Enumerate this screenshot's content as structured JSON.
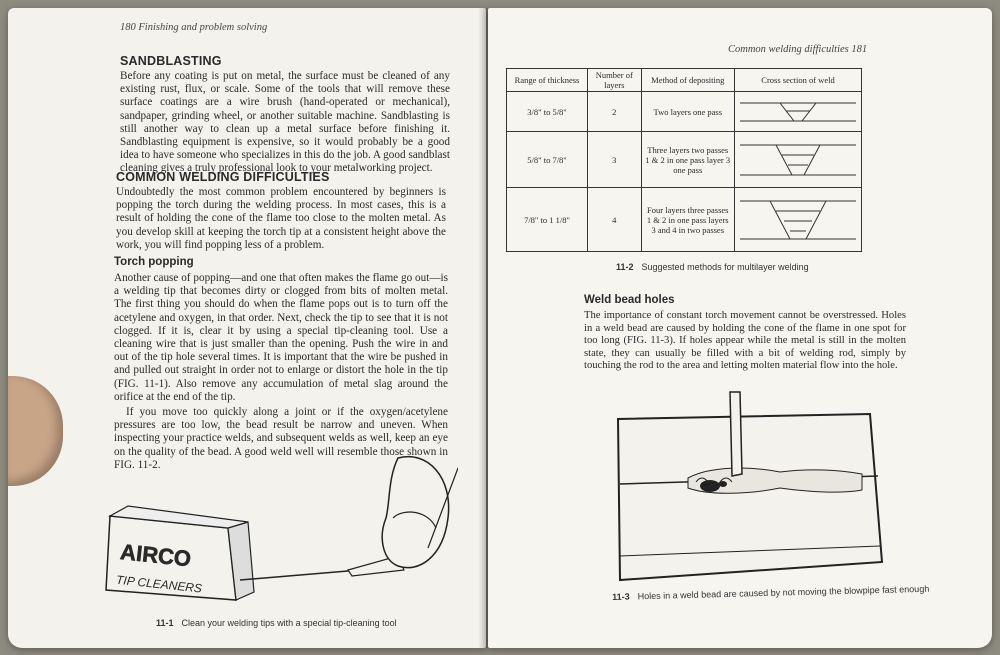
{
  "left_page": {
    "header": "180   Finishing and problem solving",
    "sections": [
      {
        "heading": "SANDBLASTING",
        "paragraphs": [
          "Before any coating is put on metal, the surface must be cleaned of any existing rust, flux, or scale. Some of the tools that will remove these surface coatings are a wire brush (hand-operated or mechanical), sandpaper, grinding wheel, or another suitable machine. Sandblasting is still another way to clean up a metal surface before finishing it. Sandblasting equipment is expensive, so it would probably be a good idea to have someone who specializes in this do the job. A good sandblast cleaning gives a truly professional look to your metalworking project."
        ]
      },
      {
        "heading": "COMMON WELDING DIFFICULTIES",
        "paragraphs": [
          "Undoubtedly the most common problem encountered by beginners is popping the torch during the welding process. In most cases, this is a result of holding the cone of the flame too close to the molten metal. As you develop skill at keeping the torch tip at a consistent height above the work, you will find popping less of a problem."
        ]
      },
      {
        "heading": "Torch popping",
        "paragraphs": [
          "Another cause of popping—and one that often makes the flame go out—is a welding tip that becomes dirty or clogged from bits of molten metal. The first thing you should do when the flame pops out is to turn off the acetylene and oxygen, in that order. Next, check the tip to see that it is not clogged. If it is, clear it by using a special tip-cleaning tool. Use a cleaning wire that is just smaller than the opening. Push the wire in and out of the tip hole several times. It is important that the wire be pushed in and pulled out straight in order not to enlarge or distort the hole in the tip (FIG. 11-1). Also remove any accumulation of metal slag around the orifice at the end of the tip.",
          "If you move too quickly along a joint or if the oxygen/acetylene pressures are too low, the bead result be narrow and uneven. When inspecting your practice welds, and subsequent welds as well, keep an eye on the quality of the bead. A good weld well will resemble those shown in FIG. 11-2."
        ]
      }
    ],
    "figure": {
      "number": "11-1",
      "caption": "Clean your welding tips with a special tip-cleaning tool",
      "box_brand": "AIRCO",
      "box_label": "TIP CLEANERS"
    }
  },
  "right_page": {
    "header": "Common welding difficulties   181",
    "table": {
      "headers": [
        "Range of thickness",
        "Number of layers",
        "Method of depositing",
        "Cross section of weld"
      ],
      "rows": [
        {
          "range": "3/8\" to 5/8\"",
          "layers": "2",
          "method": "Two layers one pass"
        },
        {
          "range": "5/8\" to 7/8\"",
          "layers": "3",
          "method": "Three layers two passes 1 & 2 in one pass layer 3 one pass"
        },
        {
          "range": "7/8\" to 1 1/8\"",
          "layers": "4",
          "method": "Four layers three passes 1 & 2 in one pass layers 3 and 4 in two passes"
        }
      ]
    },
    "table_caption_num": "11-2",
    "table_caption": "Suggested methods for multilayer welding",
    "section_heading": "Weld bead holes",
    "paragraph": "The importance of constant torch movement cannot be overstressed. Holes in a weld bead are caused by holding the cone of the flame in one spot for too long (FIG. 11-3). If holes appear while the metal is still in the molten state, they can usually be filled with a bit of welding rod, simply by touching the rod to the area and letting molten material flow into the hole.",
    "figure_num": "11-3",
    "figure_caption": "Holes in a weld bead are caused by not moving the blowpipe fast enough"
  }
}
